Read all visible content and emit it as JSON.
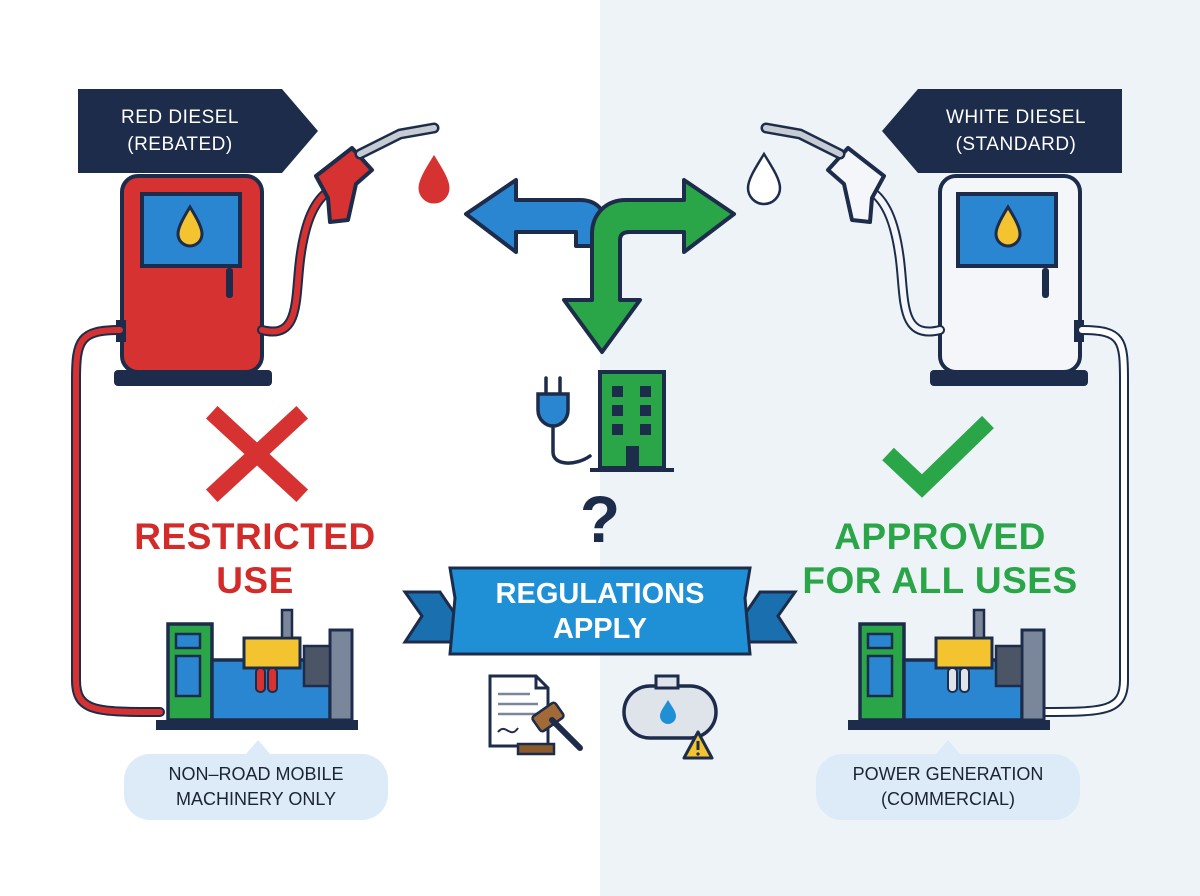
{
  "left": {
    "tag_line1": "RED DIESEL",
    "tag_line2": "(REBATED)",
    "status_line1": "RESTRICTED",
    "status_line2": "USE",
    "pill_line1": "NON–ROAD MOBILE",
    "pill_line2": "MACHINERY ONLY"
  },
  "right": {
    "tag_line1": "WHITE DIESEL",
    "tag_line2": "(STANDARD)",
    "status_line1": "APPROVED",
    "status_line2": "FOR ALL USES",
    "pill_line1": "POWER GENERATION",
    "pill_line2": "(COMMERCIAL)"
  },
  "center": {
    "question": "?",
    "banner_line1": "REGULATIONS",
    "banner_line2": "APPLY"
  },
  "colors": {
    "red": "#d32a2a",
    "green": "#2aa548",
    "blue": "#1f8fd6",
    "navy": "#1c2c4a",
    "yellow": "#f4c430"
  },
  "icons": [
    "fuel-pump-icon",
    "fuel-nozzle-icon",
    "fuel-drop-icon",
    "cross-icon",
    "checkmark-icon",
    "generator-icon",
    "plug-icon",
    "building-icon",
    "document-icon",
    "gavel-icon",
    "fuel-tank-icon",
    "warning-icon",
    "split-arrow-icon"
  ]
}
